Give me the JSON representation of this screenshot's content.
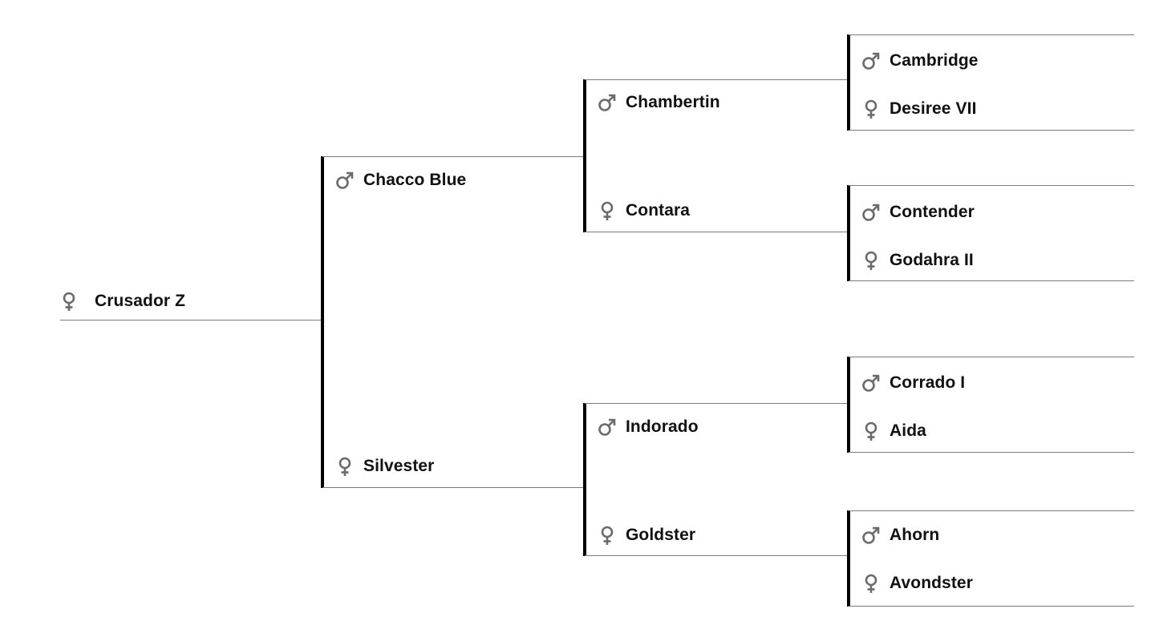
{
  "pedigree": {
    "subject": {
      "name": "Crusador Z",
      "sex": "female",
      "icon": "female-icon"
    },
    "sire": {
      "name": "Chacco Blue",
      "sex": "male",
      "icon": "male-icon"
    },
    "dam": {
      "name": "Silvester",
      "sex": "female",
      "icon": "female-icon"
    },
    "sire_sire": {
      "name": "Chambertin",
      "sex": "male",
      "icon": "male-icon"
    },
    "sire_dam": {
      "name": "Contara",
      "sex": "female",
      "icon": "female-icon"
    },
    "dam_sire": {
      "name": "Indorado",
      "sex": "male",
      "icon": "male-icon"
    },
    "dam_dam": {
      "name": "Goldster",
      "sex": "female",
      "icon": "female-icon"
    },
    "sire_sire_sire": {
      "name": "Cambridge",
      "sex": "male",
      "icon": "male-icon"
    },
    "sire_sire_dam": {
      "name": "Desiree VII",
      "sex": "female",
      "icon": "female-icon"
    },
    "sire_dam_sire": {
      "name": "Contender",
      "sex": "male",
      "icon": "male-icon"
    },
    "sire_dam_dam": {
      "name": "Godahra II",
      "sex": "female",
      "icon": "female-icon"
    },
    "dam_sire_sire": {
      "name": "Corrado I",
      "sex": "male",
      "icon": "male-icon"
    },
    "dam_sire_dam": {
      "name": "Aida",
      "sex": "female",
      "icon": "female-icon"
    },
    "dam_dam_sire": {
      "name": "Ahorn",
      "sex": "male",
      "icon": "male-icon"
    },
    "dam_dam_dam": {
      "name": "Avondster",
      "sex": "female",
      "icon": "female-icon"
    }
  },
  "colors": {
    "icon": "#6b6b6b",
    "text": "#111111",
    "connector": "#7a7a7a",
    "bar": "#000000"
  }
}
